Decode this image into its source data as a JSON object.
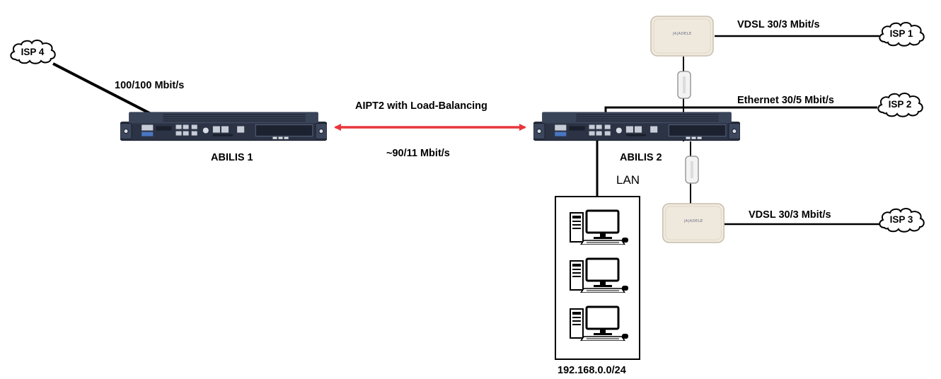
{
  "colors": {
    "link": "#000000",
    "aipt_arrow": "#e8363a",
    "router_body": "#2b3345",
    "modem_body": "#efe9dd"
  },
  "routers": {
    "abilis1": {
      "label": "ABILIS 1"
    },
    "abilis2": {
      "label": "ABILIS 2"
    }
  },
  "isps": {
    "isp1": {
      "label": "ISP 1"
    },
    "isp2": {
      "label": "ISP 2"
    },
    "isp3": {
      "label": "ISP 3"
    },
    "isp4": {
      "label": "ISP 4"
    }
  },
  "modems": {
    "modem1": {
      "brand": "|A|ADELE"
    },
    "modem2": {
      "brand": "|A|ADELE"
    }
  },
  "links": {
    "isp4_speed": "100/100 Mbit/s",
    "isp1_speed": "VDSL 30/3 Mbit/s",
    "isp2_speed": "Ethernet 30/5 Mbit/s",
    "isp3_speed": "VDSL 30/3 Mbit/s",
    "aipt_title": "AIPT2 with Load-Balancing",
    "aipt_speed": "~90/11 Mbit/s"
  },
  "lan": {
    "label": "LAN",
    "subnet": "192.168.0.0/24"
  },
  "icons": [
    "cloud-icon",
    "router-icon",
    "modem-icon",
    "power-adapter-icon",
    "desktop-computer-icon"
  ]
}
